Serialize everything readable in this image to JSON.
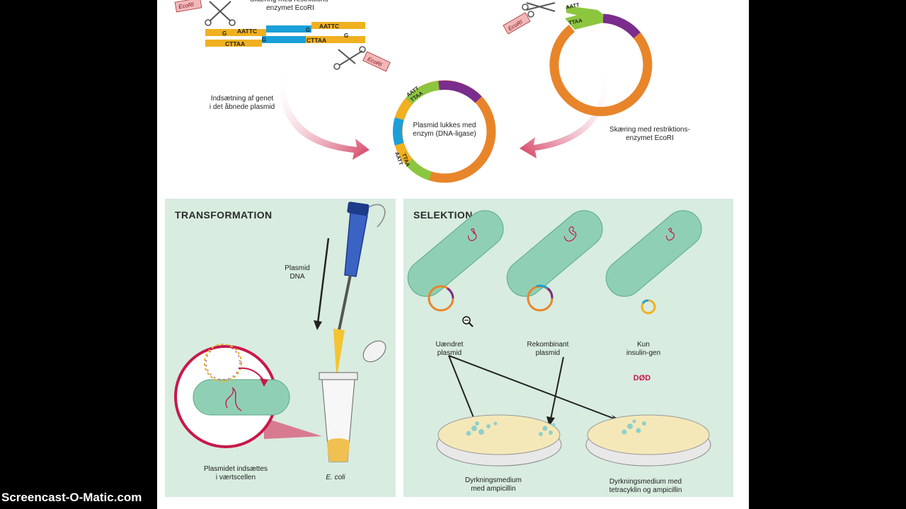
{
  "top": {
    "label_cut_top": "Skæring med restriktions-\nenzymet EcoRI",
    "label_insert": "Indsætning af genet\ni det åbnede plasmid",
    "label_ligase": "Plasmid lukkes med\nenzym (DNA-ligase)",
    "label_cut_right": "Skæring med restriktions-\nenzymet EcoRI",
    "enzyme_tag": "EcoRI",
    "seq_aattc": "AATTC",
    "seq_cttaa": "CTTAA",
    "seq_g": "G",
    "seq_aatt": "AATT",
    "seq_ttaa": "TTAA"
  },
  "transformation": {
    "title": "TRANSFORMATION",
    "plasmid_dna_label": "Plasmid\nDNA",
    "inserted_label": "Plasmidet indsættes\ni værtscellen",
    "ecoli_label": "E. coli"
  },
  "selektion": {
    "title": "SELEKTION",
    "cell1_label": "Uændret\nplasmid",
    "cell2_label": "Rekombinant\nplasmid",
    "cell3_label": "Kun\ninsulin-gen",
    "dead_label": "DØD",
    "dish1_label": "Dyrkningsmedium\nmed ampicillin",
    "dish2_label": "Dyrkningsmedium med\ntetracyklin og ampicillin"
  },
  "colors": {
    "orange": "#e8852a",
    "purple": "#7a2d8c",
    "green": "#8cc63f",
    "blue": "#1aa0d8",
    "yellow": "#f0b020",
    "pink": "#c8184a",
    "panel": "#d8ece0"
  },
  "watermark": "Screencast-O-Matic.com"
}
